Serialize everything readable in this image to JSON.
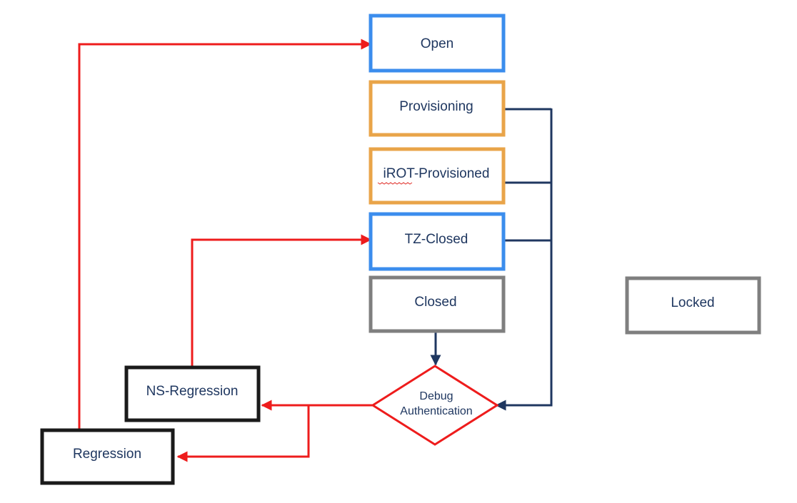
{
  "colors": {
    "blue_border": "#3b8ded",
    "orange_border": "#e9a449",
    "gray_border": "#7f7f7f",
    "black_border": "#1a1a1a",
    "red_line": "#ee1c1c",
    "navy_line": "#1f3760",
    "text": "#1f3760"
  },
  "states": {
    "open": "Open",
    "provisioning": "Provisioning",
    "irot_provisioned": "iROT-Provisioned",
    "tz_closed": "TZ-Closed",
    "closed": "Closed",
    "locked": "Locked",
    "ns_regression": "NS-Regression",
    "regression": "Regression"
  },
  "debug_auth": {
    "line1": "Debug",
    "line2": "Authentication"
  }
}
